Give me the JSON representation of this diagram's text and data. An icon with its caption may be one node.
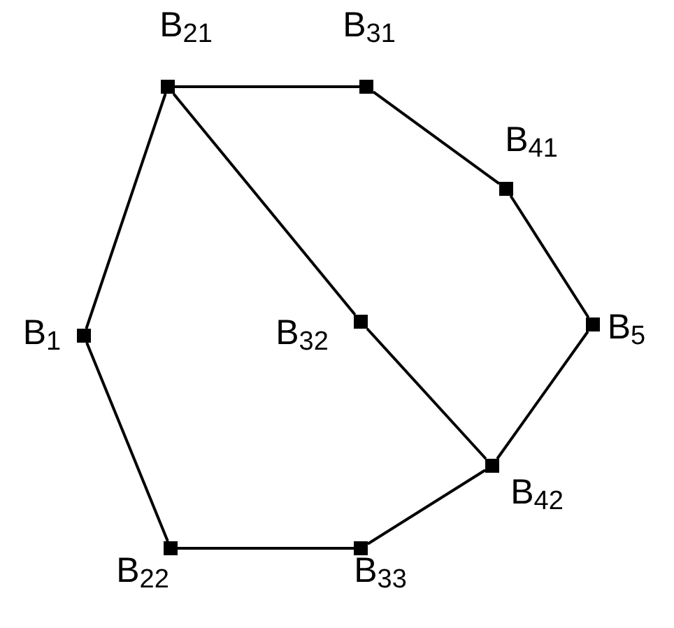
{
  "diagram": {
    "nodes": [
      {
        "text": [],
        "shape": "box",
        "beside": [
          "B$_{21}$"
        ]
      },
      {
        "text": [],
        "shape": "box",
        "beside": [
          "B$_{31}$"
        ]
      },
      {
        "text": [],
        "shape": "box",
        "beside": [
          "B$_{41}$"
        ]
      },
      {
        "text": [],
        "shape": "box",
        "beside": [
          "B$_{1}$"
        ]
      },
      {
        "text": [],
        "shape": "box",
        "beside": [
          "B$_{32}$"
        ]
      },
      {
        "text": [],
        "shape": "box",
        "beside": [
          "B$_{5}$"
        ]
      },
      {
        "text": [],
        "shape": "box",
        "beside": [
          "B$_{42}$"
        ]
      },
      {
        "text": [],
        "shape": "box",
        "beside": [
          "B$_{22}$"
        ]
      },
      {
        "text": [],
        "shape": "box",
        "beside": [
          "B$_{33}$"
        ]
      }
    ],
    "edges": [
      {
        "from": 0,
        "to": 1,
        "arrow": "none"
      },
      {
        "from": 0,
        "to": 3,
        "arrow": "none"
      },
      {
        "from": 0,
        "to": 4,
        "arrow": "none"
      },
      {
        "from": 1,
        "to": 2,
        "arrow": "none"
      },
      {
        "from": 2,
        "to": 5,
        "arrow": "none"
      },
      {
        "from": 5,
        "to": 6,
        "arrow": "none"
      },
      {
        "from": 4,
        "to": 6,
        "arrow": "none"
      },
      {
        "from": 3,
        "to": 7,
        "arrow": "none"
      },
      {
        "from": 7,
        "to": 8,
        "arrow": "none"
      },
      {
        "from": 8,
        "to": 6,
        "arrow": "none"
      }
    ]
  }
}
